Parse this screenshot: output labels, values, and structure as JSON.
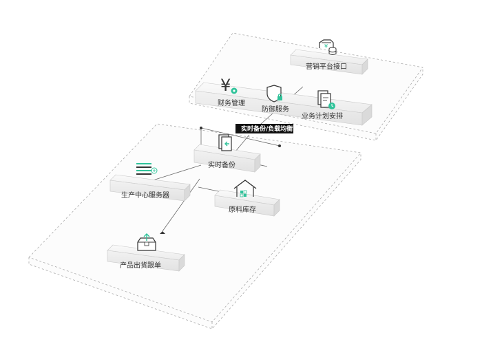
{
  "nodes": {
    "marketing": {
      "label": "营销平台接口",
      "icon": "cloud-database-icon"
    },
    "finance": {
      "label": "财务管理",
      "icon": "yen-gear-icon"
    },
    "defense": {
      "label": "防御服务",
      "icon": "shield-lock-icon"
    },
    "planning": {
      "label": "业务计划安排",
      "icon": "document-clock-icon"
    },
    "backup": {
      "label": "实时备份",
      "icon": "file-export-icon"
    },
    "production": {
      "label": "生产中心服务器",
      "icon": "server-rack-icon"
    },
    "materials": {
      "label": "原料库存",
      "icon": "warehouse-icon"
    },
    "shipment": {
      "label": "产品出货跟单",
      "icon": "box-upload-icon"
    }
  },
  "connector": {
    "label": "实时备份/负载均衡"
  },
  "colors": {
    "accent": "#2fc39a",
    "outline": "#333333",
    "platform": "#aaaaaa"
  }
}
